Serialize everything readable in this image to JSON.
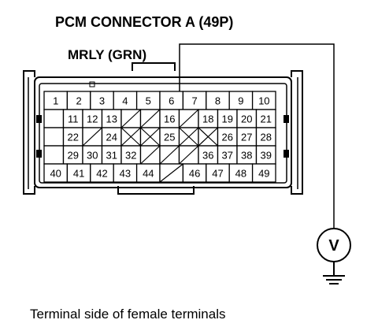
{
  "title": "PCM CONNECTOR A (49P)",
  "wire_label": "MRLY (GRN)",
  "caption": "Terminal side of female terminals",
  "meter": {
    "symbol": "V",
    "icon": "voltmeter-icon"
  },
  "ground": {
    "icon": "ground-symbol-icon"
  },
  "probed_pin": "6",
  "pin_rows": [
    [
      "1",
      "2",
      "3",
      "4",
      "5",
      "6",
      "7",
      "8",
      "9",
      "10"
    ],
    [
      "",
      "11",
      "12",
      "13",
      "",
      "",
      "16",
      "",
      "18",
      "19",
      "20",
      "21"
    ],
    [
      "",
      "22",
      "",
      "24",
      "",
      "",
      "25",
      "",
      "",
      "26",
      "27",
      "28"
    ],
    [
      "",
      "29",
      "30",
      "31",
      "32",
      "",
      "",
      "",
      "36",
      "37",
      "38",
      "39"
    ],
    [
      "40",
      "41",
      "42",
      "43",
      "44",
      "",
      "46",
      "47",
      "48",
      "49"
    ]
  ],
  "colors": {
    "line": "#000000",
    "background": "#ffffff"
  }
}
